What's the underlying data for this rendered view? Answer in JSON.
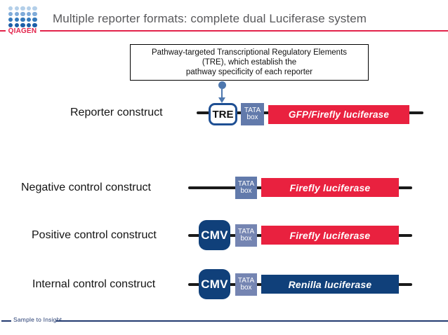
{
  "slide": {
    "title": "Multiple reporter formats: complete dual Luciferase system",
    "brand": "QIAGEN",
    "tagline": "Sample to Insight"
  },
  "callout": {
    "line1": "Pathway-targeted Transcriptional Regulatory Elements",
    "line2": "(TRE), which establish the",
    "line3": "pathway specificity of each reporter"
  },
  "constructs": {
    "reporter": {
      "label": "Reporter construct",
      "tre_label": "TRE",
      "tata_top": "TATA",
      "tata_bottom": "box",
      "gene_label": "GFP/Firefly luciferase",
      "gene_color": "#e9213f"
    },
    "negative": {
      "label": "Negative control construct",
      "tata_top": "TATA",
      "tata_bottom": "box",
      "gene_label": "Firefly luciferase",
      "gene_color": "#e9213f"
    },
    "positive": {
      "label": "Positive control construct",
      "promoter_label": "CMV",
      "tata_top": "TATA",
      "tata_bottom": "box",
      "gene_label": "Firefly luciferase",
      "gene_color": "#e9213f"
    },
    "internal": {
      "label": "Internal control construct",
      "promoter_label": "CMV",
      "tata_top": "TATA",
      "tata_bottom": "box",
      "gene_label": "Renilla luciferase",
      "gene_color": "#10407a"
    }
  },
  "colors": {
    "qiagen_red": "#e3234b",
    "gene_red": "#e9213f",
    "navy": "#10407a",
    "tata_blue": "#627aab",
    "tata_blue_light": "#7585b2",
    "pointer_blue": "#4d77ae",
    "title_gray": "#58585b",
    "footer_navy": "#233a70",
    "backbone_black": "#1a1a1a"
  }
}
